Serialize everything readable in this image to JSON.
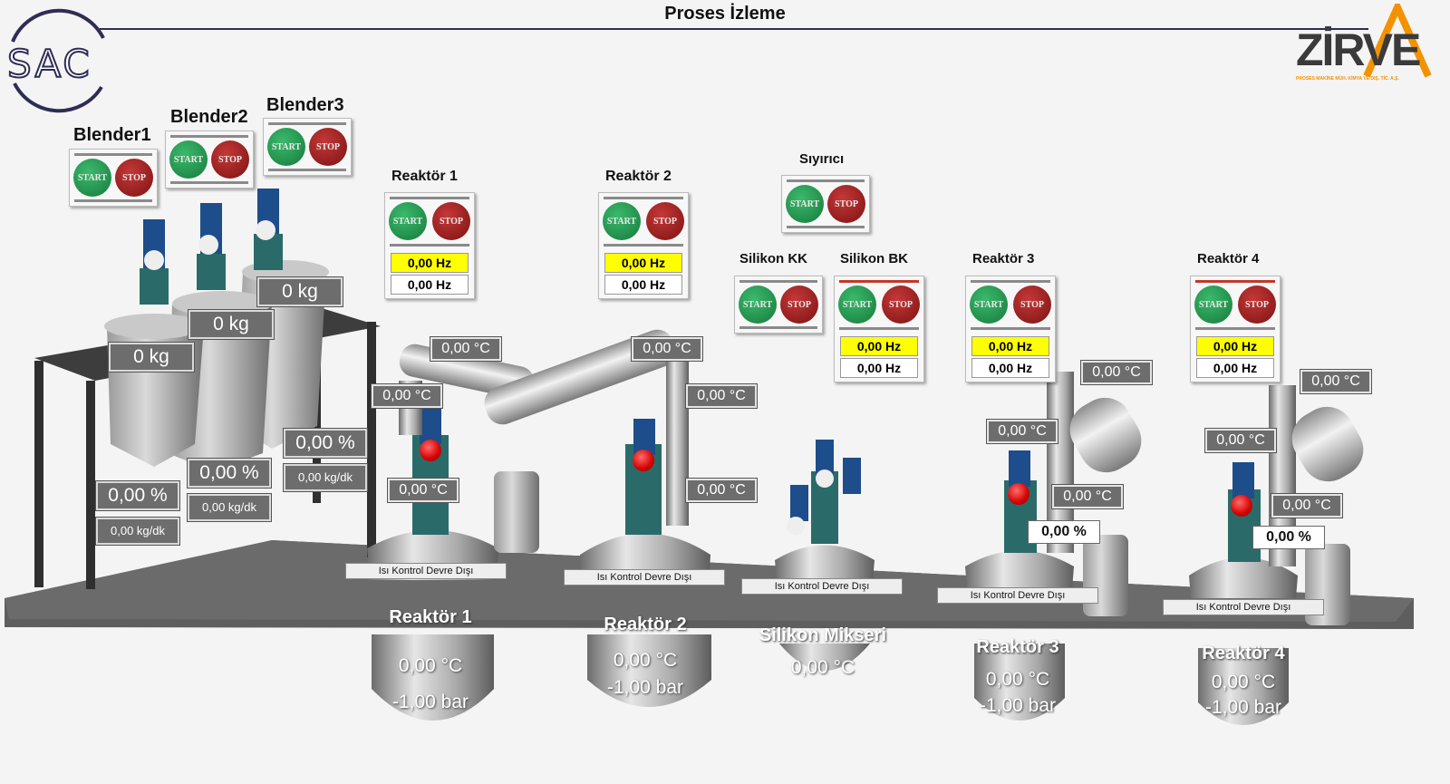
{
  "header": {
    "title": "Proses İzleme"
  },
  "logos": {
    "sac": "SAC",
    "zirve": "ZİRVE",
    "zirve_sub": "PROSES MAKİNE MÜH. KİMYA VE DIŞ. TİC. A.Ş."
  },
  "buttons": {
    "start": "START",
    "stop": "STOP"
  },
  "panels": {
    "blender1": {
      "label": "Blender1"
    },
    "blender2": {
      "label": "Blender2"
    },
    "blender3": {
      "label": "Blender3"
    },
    "reaktor1": {
      "label": "Reaktör 1",
      "hz_set": "0,00 Hz",
      "hz_act": "0,00 Hz"
    },
    "reaktor2": {
      "label": "Reaktör 2",
      "hz_set": "0,00 Hz",
      "hz_act": "0,00 Hz"
    },
    "siyirici": {
      "label": "Sıyırıcı"
    },
    "silikon_kk": {
      "label": "Silikon KK"
    },
    "silikon_bk": {
      "label": "Silikon BK",
      "hz_set": "0,00 Hz",
      "hz_act": "0,00 Hz"
    },
    "reaktor3": {
      "label": "Reaktör 3",
      "hz_set": "0,00 Hz",
      "hz_act": "0,00 Hz"
    },
    "reaktor4": {
      "label": "Reaktör 4",
      "hz_set": "0,00 Hz",
      "hz_act": "0,00 Hz"
    }
  },
  "blenders": {
    "b1": {
      "weight": "0 kg",
      "percent": "0,00 %",
      "flow": "0,00 kg/dk"
    },
    "b2": {
      "weight": "0 kg",
      "percent": "0,00 %",
      "flow": "0,00 kg/dk"
    },
    "b3": {
      "weight": "0 kg",
      "percent": "0,00 %",
      "flow": "0,00 kg/dk"
    }
  },
  "temps": {
    "r1_pipe_top": "0,00 °C",
    "r1_pipe_left": "0,00 °C",
    "r1_jacket": "0,00 °C",
    "r2_pipe_top": "0,00 °C",
    "r2_pipe_right": "0,00 °C",
    "r2_jacket": "0,00 °C",
    "r3_pipe_top": "0,00 °C",
    "r3_left": "0,00 °C",
    "r3_mid": "0,00 °C",
    "r4_pipe_top": "0,00 °C",
    "r4_left": "0,00 °C",
    "r4_mid": "0,00 °C"
  },
  "valves": {
    "r3": "0,00 %",
    "r4": "0,00 %"
  },
  "heat_status": "Isı Kontrol Devre Dışı",
  "reactors": {
    "r1": {
      "name": "Reaktör 1",
      "temp": "0,00 °C",
      "pressure": "-1,00 bar"
    },
    "r2": {
      "name": "Reaktör 2",
      "temp": "0,00 °C",
      "pressure": "-1,00 bar"
    },
    "mixer": {
      "name": "Silikon Mikseri",
      "temp": "0,00 °C"
    },
    "r3": {
      "name": "Reaktör 3",
      "temp": "0,00 °C",
      "pressure": "-1,00 bar"
    },
    "r4": {
      "name": "Reaktör 4",
      "temp": "0,00 °C",
      "pressure": "-1,00 bar"
    }
  }
}
